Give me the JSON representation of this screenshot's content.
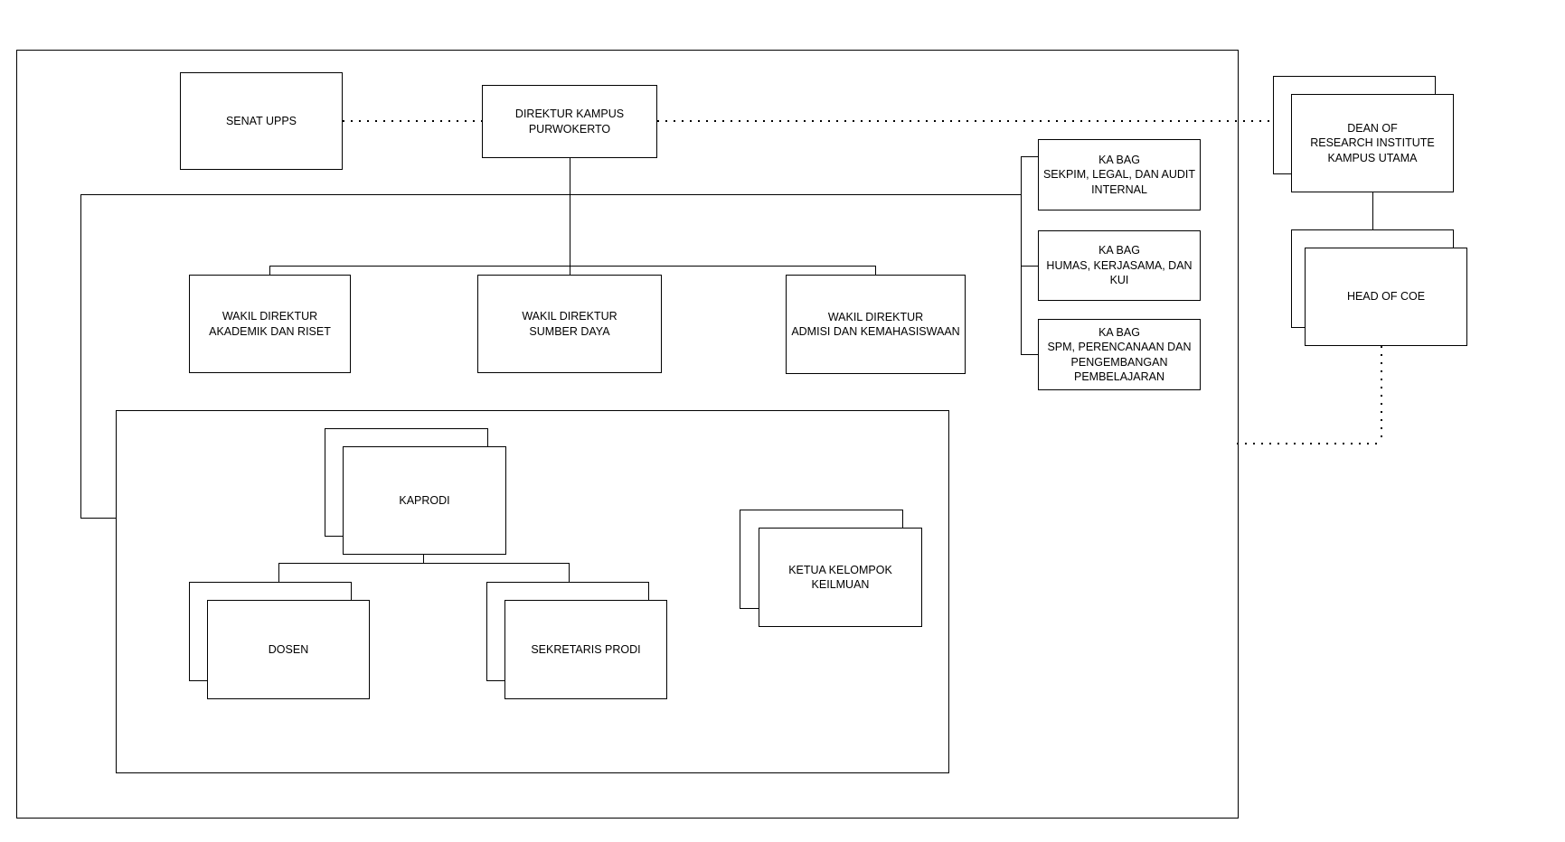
{
  "canvas": {
    "background_color": "#ffffff",
    "stroke_color": "#000000",
    "text_color": "#000000"
  },
  "nodes": {
    "senat": {
      "label": "SENAT UPPS"
    },
    "direktur": {
      "label": "DIREKTUR KAMPUS\nPURWOKERTO"
    },
    "wd_akademik": {
      "label": "WAKIL DIREKTUR\nAKADEMIK DAN RISET"
    },
    "wd_sumber": {
      "label": "WAKIL DIREKTUR\nSUMBER DAYA"
    },
    "wd_admisi": {
      "label": "WAKIL DIREKTUR\nADMISI DAN KEMAHASISWAAN"
    },
    "kabag_sekpim": {
      "label": "KA BAG\nSEKPIM, LEGAL, DAN AUDIT\nINTERNAL"
    },
    "kabag_humas": {
      "label": "KA BAG\nHUMAS, KERJASAMA, DAN\nKUI"
    },
    "kabag_spm": {
      "label": "KA BAG\nSPM, PERENCANAAN DAN\nPENGEMBANGAN\nPEMBELAJARAN"
    },
    "kaprodi": {
      "label": "KAPRODI"
    },
    "dosen": {
      "label": "DOSEN"
    },
    "sekretaris": {
      "label": "SEKRETARIS PRODI"
    },
    "ketua": {
      "label": "KETUA KELOMPOK\nKEILMUAN"
    },
    "dean": {
      "label": "DEAN OF\nRESEARCH INSTITUTE\nKAMPUS UTAMA"
    },
    "head_coe": {
      "label": "HEAD OF COE"
    }
  },
  "connectors": [
    {
      "from": "senat",
      "to": "direktur",
      "style": "dotted"
    },
    {
      "from": "direktur",
      "to": "dean",
      "style": "dotted"
    },
    {
      "from": "direktur",
      "to": "wd_akademik",
      "style": "solid"
    },
    {
      "from": "direktur",
      "to": "wd_sumber",
      "style": "solid"
    },
    {
      "from": "direktur",
      "to": "wd_admisi",
      "style": "solid"
    },
    {
      "from": "staff-line",
      "to": "kabag_sekpim",
      "style": "solid"
    },
    {
      "from": "staff-line",
      "to": "kabag_humas",
      "style": "solid"
    },
    {
      "from": "staff-line",
      "to": "kabag_spm",
      "style": "solid"
    },
    {
      "from": "staff-line",
      "to": "prodi-container",
      "style": "solid"
    },
    {
      "from": "kaprodi",
      "to": "dosen",
      "style": "solid"
    },
    {
      "from": "kaprodi",
      "to": "sekretaris",
      "style": "solid"
    },
    {
      "from": "dean",
      "to": "head_coe",
      "style": "solid"
    },
    {
      "from": "head_coe",
      "to": "outer-container",
      "style": "dotted"
    }
  ]
}
